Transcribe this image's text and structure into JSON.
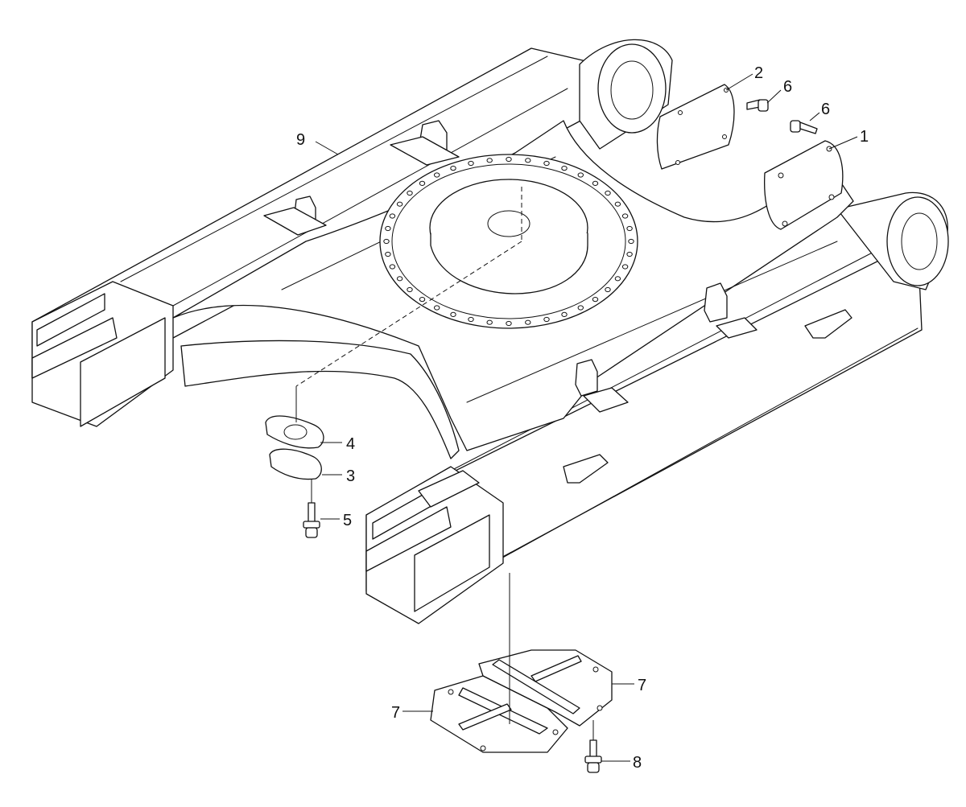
{
  "diagram": {
    "callouts": {
      "c1": "1",
      "c2": "2",
      "c3": "3",
      "c4": "4",
      "c5": "5",
      "c6a": "6",
      "c6b": "6",
      "c7a": "7",
      "c7b": "7",
      "c8": "8",
      "c9": "9"
    }
  }
}
